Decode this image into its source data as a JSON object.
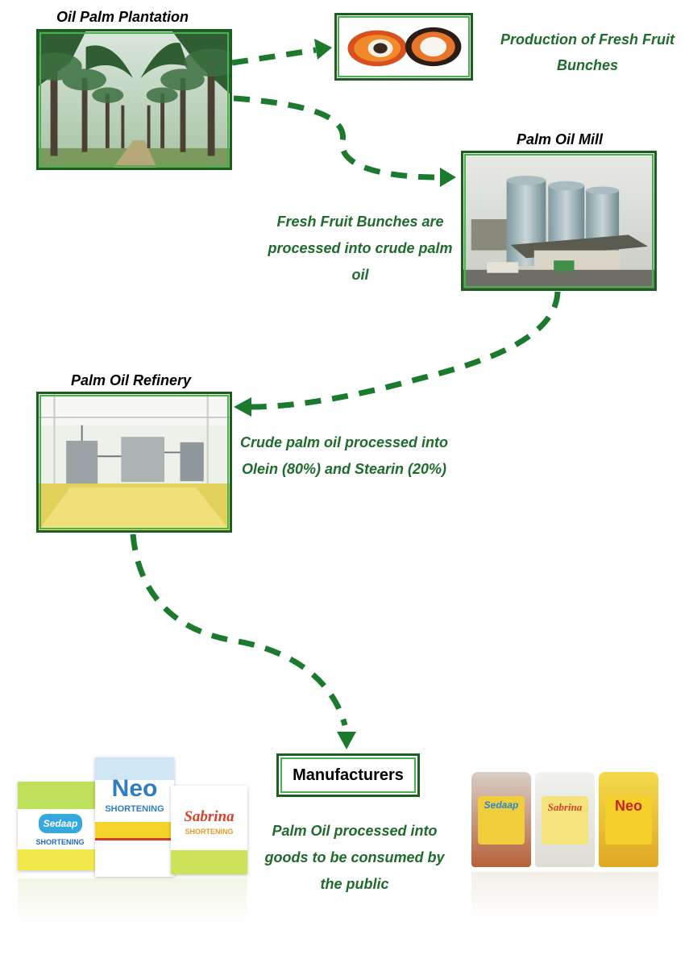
{
  "stages": {
    "plantation": {
      "label": "Oil Palm Plantation"
    },
    "fruit": {
      "description": "Production of Fresh Fruit Bunches"
    },
    "mill": {
      "label": "Palm Oil Mill",
      "description": "Fresh Fruit Bunches are processed into crude palm oil"
    },
    "refinery": {
      "label": "Palm Oil Refinery",
      "description": "Crude palm oil processed into Olein (80%) and Stearin (20%)"
    },
    "manufacturers": {
      "label": "Manufacturers",
      "description": "Palm Oil processed into goods to be consumed by the public"
    }
  },
  "products": {
    "boxes": [
      {
        "brand": "Sedaap",
        "sub": "SHORTENING"
      },
      {
        "brand": "Neo",
        "sub": "SHORTENING"
      },
      {
        "brand": "Sabrina",
        "sub": "SHORTENING"
      }
    ],
    "jugs": [
      {
        "brand": "Sedaap"
      },
      {
        "brand": "Sabrina"
      },
      {
        "brand": "Neo"
      }
    ]
  },
  "colors": {
    "arrow": "#1b7a2e",
    "text": "#1e6b2c",
    "frame": "#1b5e20"
  }
}
